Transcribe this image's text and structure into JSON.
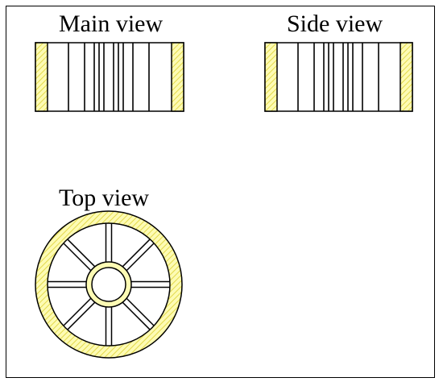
{
  "labels": {
    "main_view": "Main view",
    "side_view": "Side view",
    "top_view": "Top view"
  },
  "colors": {
    "fill_yellow": "#fdfbb4",
    "hatch_yellow": "#e3d94a",
    "stroke": "#000000",
    "background": "#ffffff"
  }
}
